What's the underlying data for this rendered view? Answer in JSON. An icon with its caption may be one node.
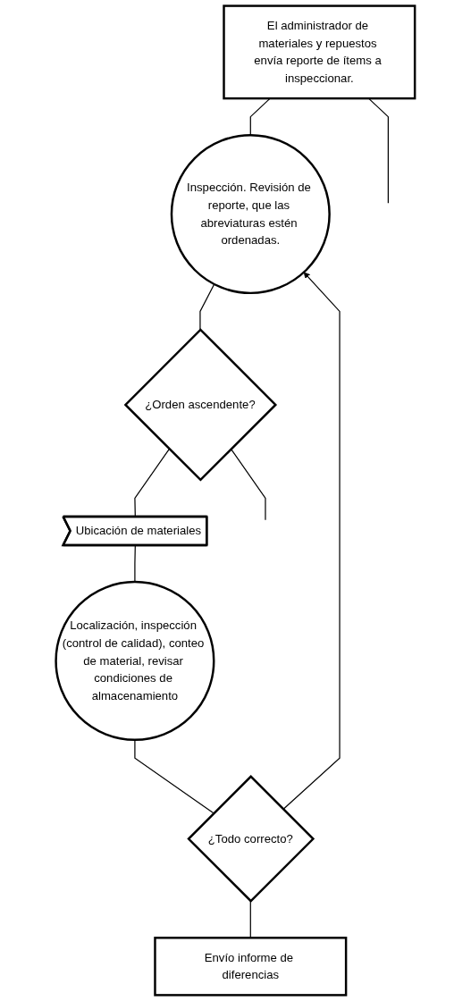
{
  "diagram": {
    "nodes": [
      {
        "text": [
          "El administrador de materiales y repuestos envía reporte de ítems a inspeccionar."
        ]
      },
      {
        "text": [
          "Inspección. Revisión de reporte, que las abreviaturas estén ordenadas."
        ]
      },
      {
        "text": [
          "¿Orden ascendente?"
        ]
      },
      {
        "text": [
          "Ubicación de materiales"
        ]
      },
      {
        "text": [
          "Localización, inspección (control de calidad), conteo de material, revisar condiciones de almacenamiento"
        ]
      },
      {
        "text": [
          "¿Todo correcto?"
        ]
      },
      {
        "text": [
          "Envío informe de diferencias"
        ]
      }
    ],
    "edges": [
      {
        "from": 0,
        "to": null,
        "arrow": "none"
      },
      {
        "from": 0,
        "to": 1,
        "arrow": "none"
      },
      {
        "from": 1,
        "to": 2,
        "arrow": "none"
      },
      {
        "from": 2,
        "to": null,
        "arrow": "none"
      },
      {
        "from": 2,
        "to": 3,
        "arrow": "none"
      },
      {
        "from": 3,
        "to": 4,
        "arrow": "none"
      },
      {
        "from": 4,
        "to": 5,
        "arrow": "none"
      },
      {
        "from": 5,
        "to": 6,
        "arrow": "none"
      },
      {
        "from": 5,
        "to": 1,
        "arrow": "to"
      }
    ]
  }
}
